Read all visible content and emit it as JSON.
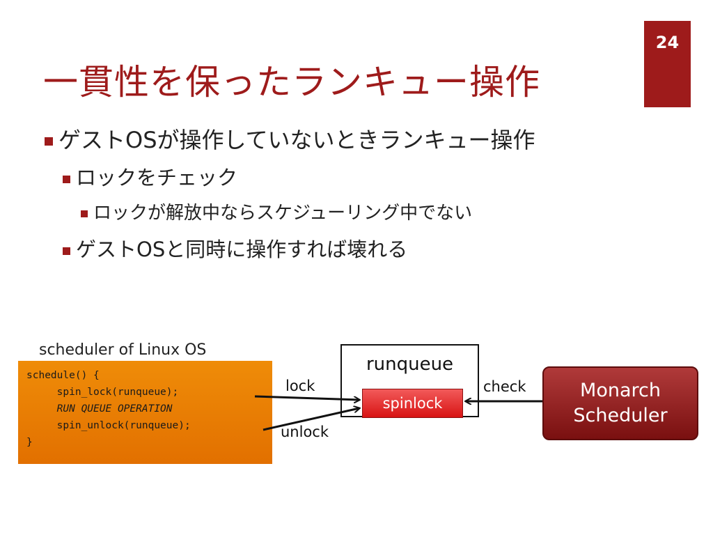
{
  "slide": {
    "page_number": "24",
    "title": "一貫性を保ったランキュー操作",
    "bullets": {
      "b1": "ゲストOSが操作していないときランキュー操作",
      "b1_1": "ロックをチェック",
      "b1_1_1": "ロックが解放中ならスケジューリング中でない",
      "b1_2": "ゲストOSと同時に操作すれば壊れる"
    }
  },
  "diagram": {
    "code_caption": "scheduler of Linux OS",
    "code_lines": [
      "schedule() {",
      "     spin_lock(runqueue);",
      "     RUN QUEUE OPERATION",
      "     spin_unlock(runqueue);",
      "}"
    ],
    "runqueue_label": "runqueue",
    "spinlock_label": "spinlock",
    "monarch_line1": "Monarch",
    "monarch_line2": "Scheduler",
    "lock_label": "lock",
    "unlock_label": "unlock",
    "check_label": "check"
  },
  "colors": {
    "accent": "#9e1b1b",
    "code_box": "#e87c00",
    "spinlock": "#e52222",
    "monarch": "#8b1a1a"
  }
}
